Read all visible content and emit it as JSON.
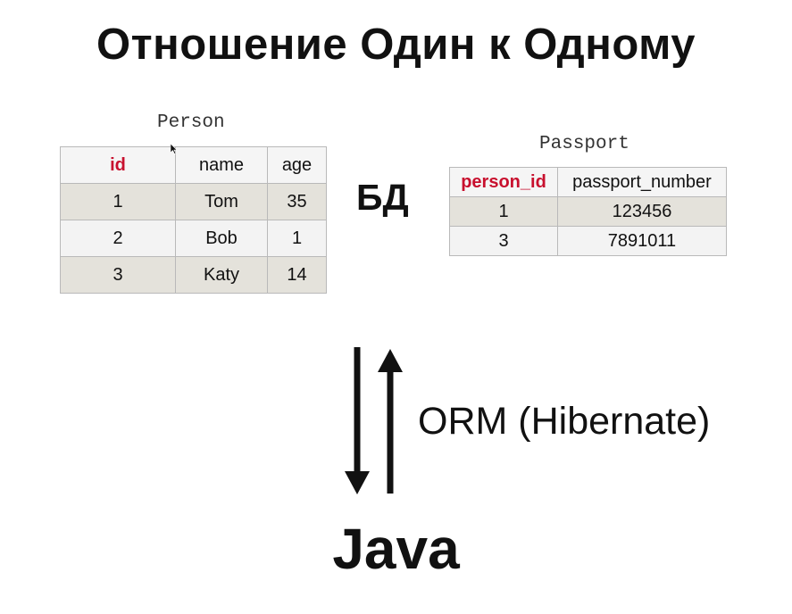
{
  "title": "Отношение Один к Одному",
  "person": {
    "caption": "Person",
    "headers": [
      "id",
      "name",
      "age"
    ],
    "rows": [
      [
        "1",
        "Tom",
        "35"
      ],
      [
        "2",
        "Bob",
        "1"
      ],
      [
        "3",
        "Katy",
        "14"
      ]
    ]
  },
  "passport": {
    "caption": "Passport",
    "headers": [
      "person_id",
      "passport_number"
    ],
    "rows": [
      [
        "1",
        "123456"
      ],
      [
        "3",
        "7891011"
      ]
    ]
  },
  "db_label": "БД",
  "orm_label": "ORM (Hibernate)",
  "java_label": "Java",
  "colors": {
    "key_header": "#c8102e",
    "row_tinted": "#e4e2db",
    "row_plain": "#f3f3f3",
    "border": "#b9b9b9"
  },
  "icons": [
    "arrow-down-icon",
    "arrow-up-icon",
    "mouse-cursor-icon"
  ]
}
